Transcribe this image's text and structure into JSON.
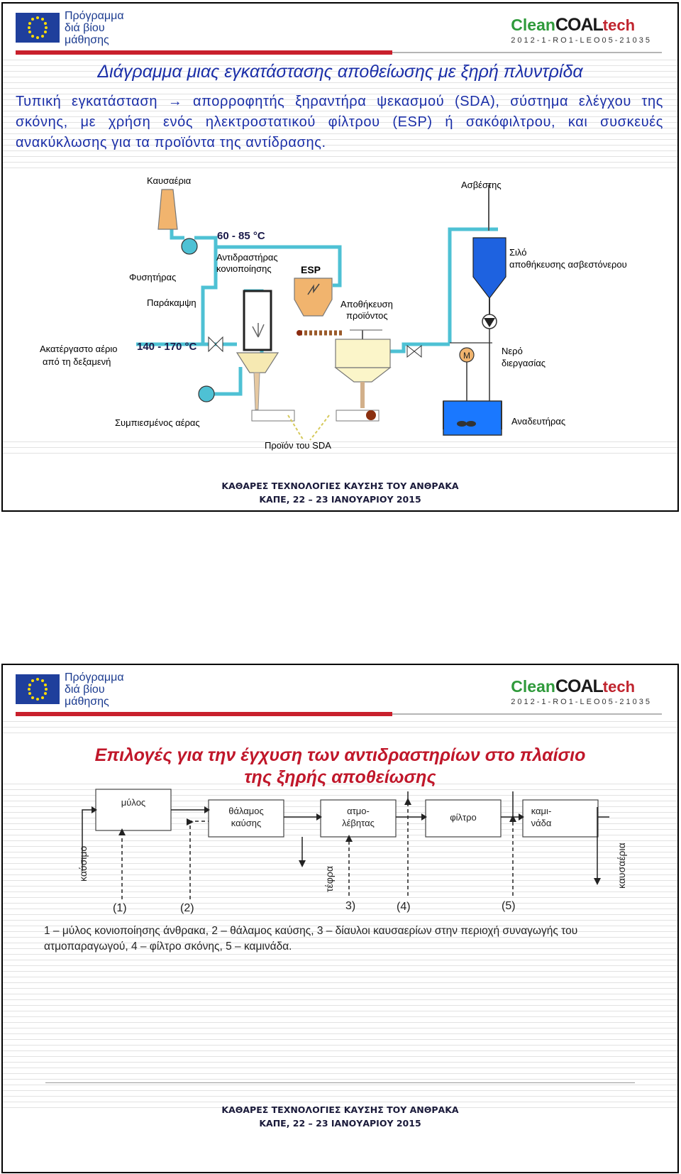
{
  "header": {
    "eu_logo_text": "Πρόγραμμα διά βίου μάθησης",
    "eu_line1": "Πρόγραμμα",
    "eu_line2": "διά βίου",
    "eu_line3": "μάθησης",
    "brand_clean": "Clean",
    "brand_coal": "COAL",
    "brand_tech": "tech",
    "project_code": "2012-1-RO1-LEO05-21035"
  },
  "slide1": {
    "title": "Διάγραμμα μιας εγκατάστασης αποθείωσης με ξηρή πλυντρίδα",
    "body": "Τυπική εγκατάσταση → απορροφητής ξηραντήρα ψεκασμού (SDA), σύστημα ελέγχου της σκόνης, με χρήση ενός ηλεκτροστατικού φίλτρου (ESP) ή σακόφιλτρου, και συσκευές ανακύκλωσης για τα προϊόντα της αντίδρασης.",
    "diagram": {
      "flue_gas": "Καυσαέρια",
      "temp_top": "60 - 85 °C",
      "reactor": "Αντιδραστήρας κονιοποίησης",
      "esp": "ESP",
      "fan": "Φυσητήρας",
      "bypass": "Παράκαμψη",
      "storage_l1": "Αποθήκευση",
      "storage_l2": "προϊόντος",
      "raw_gas_l1": "Ακατέργαστο αέριο",
      "raw_gas_l2": "από τη δεξαμενή",
      "temp_bottom": "140 - 170 °C",
      "compressed_air": "Συμπιεσμένος αέρας",
      "sda_product": "Προϊόν του SDA",
      "lime": "Ασβέστης",
      "silo_l1": "Σιλό",
      "silo_l2": "αποθήκευσης ασβεστόνερου",
      "motor": "M",
      "water_l1": "Νερό",
      "water_l2": "διεργασίας",
      "mixer": "Αναδευτήρας"
    }
  },
  "slide2": {
    "title_l1": "Επιλογές για την έγχυση των αντιδραστηρίων στο πλαίσιο",
    "title_l2": "της ξηρής αποθείωσης",
    "diagram": {
      "mill": "μύλος",
      "chamber_l1": "θάλαμος",
      "chamber_l2": "καύσης",
      "boiler_l1": "ατμο-",
      "boiler_l2": "λέβητας",
      "filter": "φίλτρο",
      "stack_l1": "καμι-",
      "stack_l2": "νάδα",
      "fuel": "καύσιμο",
      "ash": "τέφρα",
      "flue_gas": "καυσαέρια",
      "p1": "(1)",
      "p2": "(2)",
      "p3": "3)",
      "p4": "(4)",
      "p5": "(5)"
    },
    "caption": "1 – μύλος κονιοποίησης άνθρακα, 2 – θάλαμος καύσης, 3 – δίαυλοι καυσαερίων στην περιοχή συναγωγής του ατμοπαραγωγού, 4 – φίλτρο σκόνης, 5 – καμινάδα."
  },
  "footer": {
    "line1": "ΚΑΘΑΡΕΣ ΤΕΧΝΟΛΟΓΙΕΣ ΚΑΥΣΗΣ ΤΟΥ ΑΝΘΡΑΚΑ",
    "line2": "ΚΑΠΕ, 22 – 23 ΙΑΝΟΥΑΡΙΟΥ 2015"
  },
  "colors": {
    "title_blue": "#1b2fa8",
    "title_red": "#c0172a",
    "pipe_cyan": "#4ec1d4",
    "silo_blue": "#1e62e0",
    "tank_blue": "#1a78ff",
    "accent_red": "#c9202c",
    "brand_green": "#2f9a3b"
  }
}
